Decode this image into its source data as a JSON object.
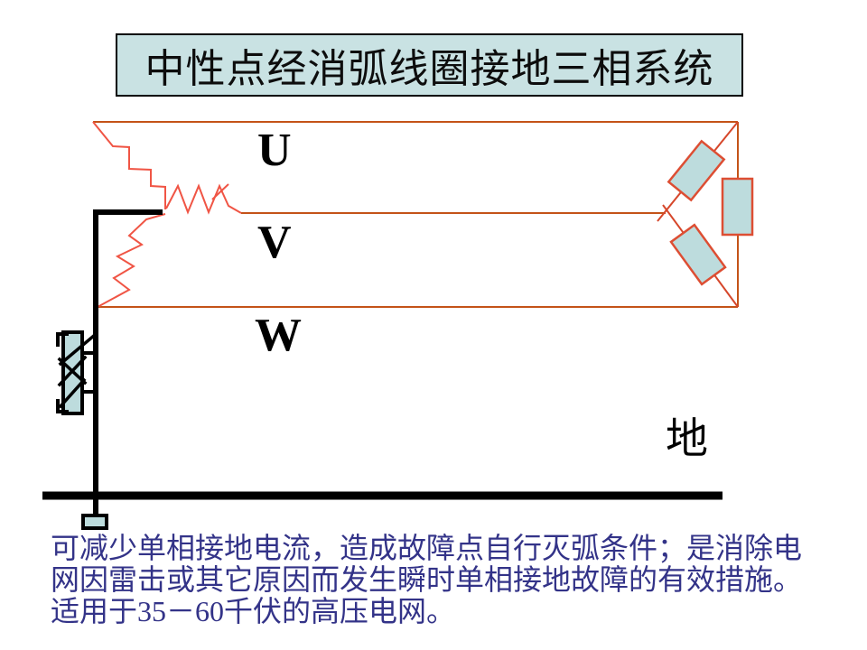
{
  "slide": {
    "title": "中性点经消弧线圈接地三相系统",
    "phases": {
      "u": "U",
      "v": "V",
      "w": "W"
    },
    "ground_label": "地",
    "description": {
      "lines": [
        "可减少单相接地电流，造成故障点自行灭弧条件；是消除电",
        "网因雷击或其它原因而发生瞬时单相接地故障的有效措施。",
        "适用于35－60千伏的高压电网。"
      ]
    },
    "colors": {
      "background": "#ffffff",
      "title_box_fill": "#c9e2e3",
      "winding_fill": "#bddcdd",
      "phase_line": "#c45318",
      "source_winding_zigzag": "#f05545",
      "delta_line": "#d6472b",
      "delta_rect_border": "#dd4e33",
      "conductor": "#000000",
      "description_text": "#333388"
    }
  }
}
